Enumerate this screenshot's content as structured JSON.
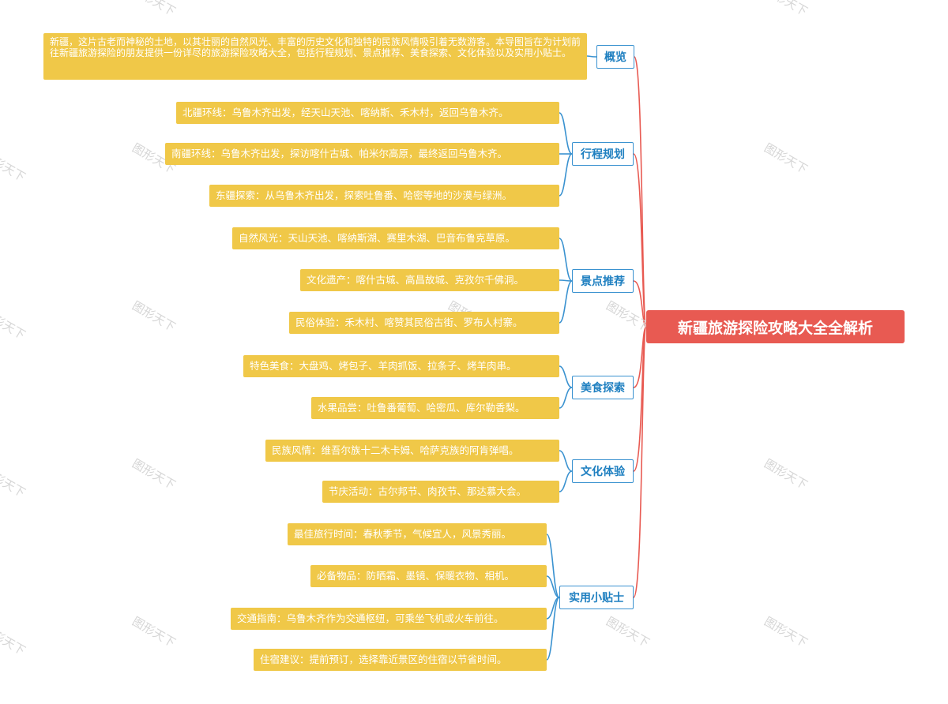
{
  "title": "新疆旅游探险攻略大全全解析",
  "watermark": "图形天下",
  "colors": {
    "root": "#e85a52",
    "branch_border": "#3a92d0",
    "branch_text": "#1e7fc0",
    "leaf": "#f0c848",
    "root_line": "#e85a52"
  },
  "branches": [
    {
      "label": "概览",
      "items": [
        "新疆，这片古老而神秘的土地，以其壮丽的自然风光、丰富的历史文化和独特的民族风情吸引着无数游客。本导图旨在为计划前往新疆旅游探险的朋友提供一份详尽的旅游探险攻略大全，包括行程规划、景点推荐、美食探索、文化体验以及实用小贴士。"
      ]
    },
    {
      "label": "行程规划",
      "items": [
        "北疆环线：乌鲁木齐出发，经天山天池、喀纳斯、禾木村，返回乌鲁木齐。",
        "南疆环线：乌鲁木齐出发，探访喀什古城、帕米尔高原，最终返回乌鲁木齐。",
        "东疆探索：从乌鲁木齐出发，探索吐鲁番、哈密等地的沙漠与绿洲。"
      ]
    },
    {
      "label": "景点推荐",
      "items": [
        "自然风光：天山天池、喀纳斯湖、赛里木湖、巴音布鲁克草原。",
        "文化遗产：喀什古城、高昌故城、克孜尔千佛洞。",
        "民俗体验：禾木村、喀赞其民俗古街、罗布人村寨。"
      ]
    },
    {
      "label": "美食探索",
      "items": [
        "特色美食：大盘鸡、烤包子、羊肉抓饭、拉条子、烤羊肉串。",
        "水果品尝：吐鲁番葡萄、哈密瓜、库尔勒香梨。"
      ]
    },
    {
      "label": "文化体验",
      "items": [
        "民族风情：维吾尔族十二木卡姆、哈萨克族的阿肯弹唱。",
        "节庆活动：古尔邦节、肉孜节、那达慕大会。"
      ]
    },
    {
      "label": "实用小贴士",
      "items": [
        "最佳旅行时间：春秋季节，气候宜人，风景秀丽。",
        "必备物品：防晒霜、墨镜、保暖衣物、相机。",
        "交通指南：乌鲁木齐作为交通枢纽，可乘坐飞机或火车前往。",
        "住宿建议：提前预订，选择靠近景区的住宿以节省时间。"
      ]
    }
  ]
}
